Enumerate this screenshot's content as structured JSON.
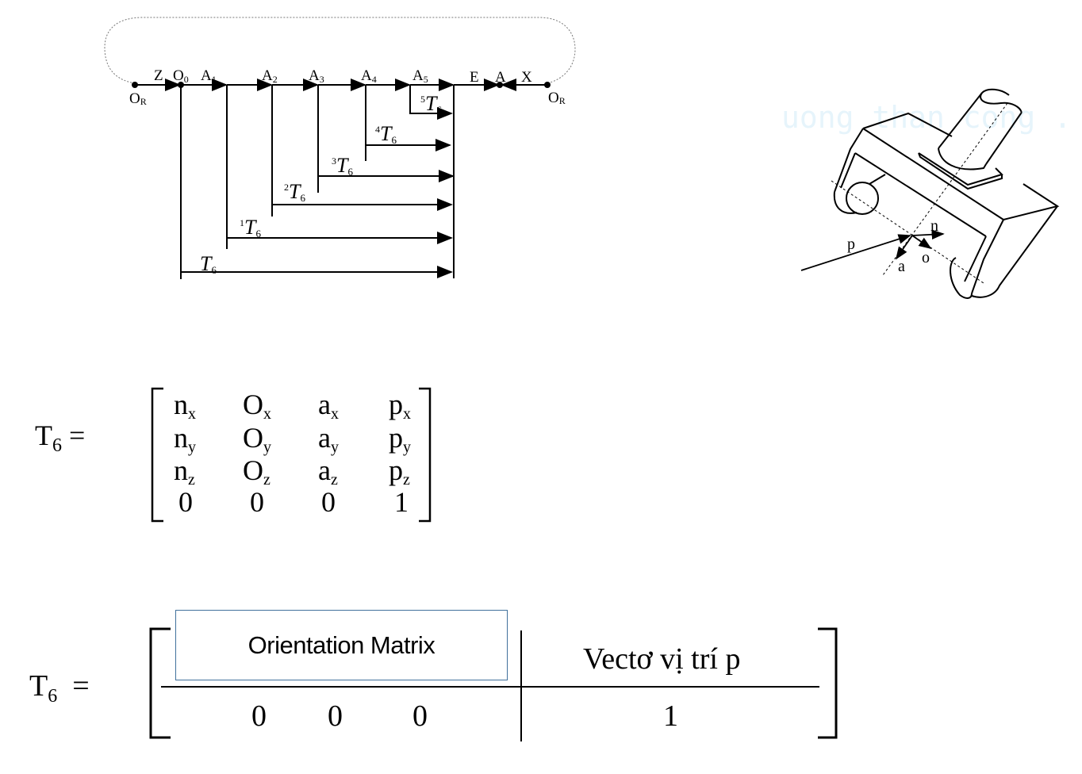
{
  "kinematic_chain": {
    "labels": {
      "z": "Z",
      "o0": "O",
      "o0_sub": "0",
      "a1": "A",
      "a1_sub": "1",
      "a2": "A",
      "a2_sub": "2",
      "a3": "A",
      "a3_sub": "3",
      "a4": "A",
      "a4_sub": "4",
      "a5": "A",
      "a5_sub": "5",
      "e": "E",
      "a": "A",
      "x": "X",
      "or_left": "O",
      "or_left_sub": "R",
      "or_right": "O",
      "or_right_sub": "R"
    },
    "transforms": [
      {
        "pre": "5",
        "main": "T",
        "sub": "6"
      },
      {
        "pre": "4",
        "main": "T",
        "sub": "6"
      },
      {
        "pre": "3",
        "main": "T",
        "sub": "6"
      },
      {
        "pre": "2",
        "main": "T",
        "sub": "6"
      },
      {
        "pre": "1",
        "main": "T",
        "sub": "6"
      },
      {
        "pre": "",
        "main": "T",
        "sub": "6"
      }
    ]
  },
  "gripper": {
    "watermark": "uong than cong .",
    "axes": {
      "p": "p",
      "n": "n",
      "o": "o",
      "a": "a"
    }
  },
  "matrix_full": {
    "lhs": "T",
    "lhs_sub": "6",
    "eq": "=",
    "rows": [
      [
        {
          "b": "n",
          "s": "x"
        },
        {
          "b": "O",
          "s": "x"
        },
        {
          "b": "a",
          "s": "x"
        },
        {
          "b": "p",
          "s": "x"
        }
      ],
      [
        {
          "b": "n",
          "s": "y"
        },
        {
          "b": "O",
          "s": "y"
        },
        {
          "b": "a",
          "s": "y"
        },
        {
          "b": "p",
          "s": "y"
        }
      ],
      [
        {
          "b": "n",
          "s": "z"
        },
        {
          "b": "O",
          "s": "z"
        },
        {
          "b": "a",
          "s": "z"
        },
        {
          "b": "p",
          "s": "z"
        }
      ],
      [
        {
          "b": "0",
          "s": ""
        },
        {
          "b": "0",
          "s": ""
        },
        {
          "b": "0",
          "s": ""
        },
        {
          "b": "1",
          "s": ""
        }
      ]
    ]
  },
  "matrix_block": {
    "lhs": "T",
    "lhs_sub": "6",
    "eq": "=",
    "orientation_label": "Orientation Matrix",
    "position_label": "Vectơ vị trí p",
    "bottom_zeros": [
      "0",
      "0",
      "0"
    ],
    "bottom_one": "1"
  }
}
